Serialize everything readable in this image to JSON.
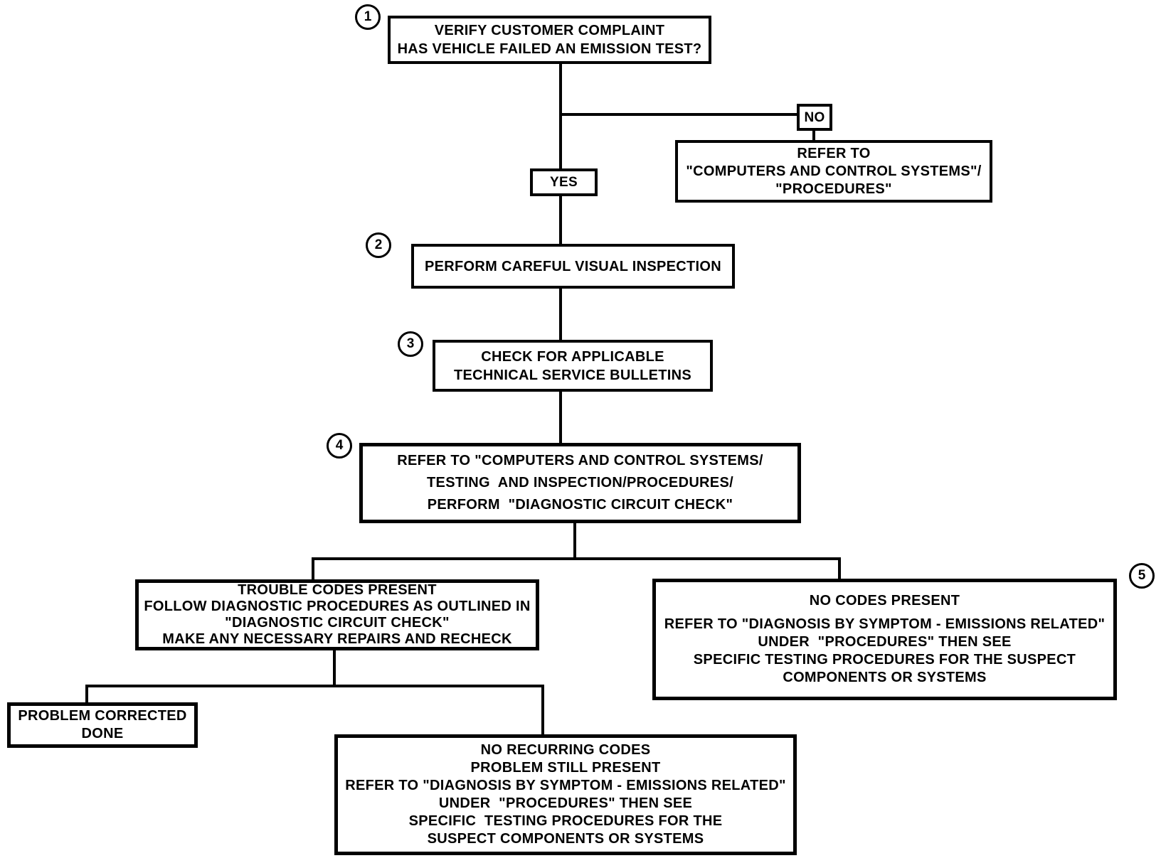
{
  "diagram": {
    "description": "Emission test diagnostic flowchart",
    "colors": {
      "line": "#000000",
      "background": "#ffffff"
    },
    "nodes": {
      "step1": {
        "number": "1",
        "lines": [
          "VERIFY CUSTOMER COMPLAINT",
          "HAS VEHICLE FAILED AN EMISSION TEST?"
        ]
      },
      "no_label": "NO",
      "yes_label": "YES",
      "refer_no_branch": {
        "lines": [
          "REFER TO",
          "\"COMPUTERS AND CONTROL SYSTEMS\"/",
          "\"PROCEDURES\""
        ]
      },
      "step2": {
        "number": "2",
        "lines": [
          "PERFORM CAREFUL VISUAL INSPECTION"
        ]
      },
      "step3": {
        "number": "3",
        "lines": [
          "CHECK FOR APPLICABLE",
          "TECHNICAL SERVICE BULLETINS"
        ]
      },
      "step4": {
        "number": "4",
        "lines": [
          "REFER TO \"COMPUTERS AND CONTROL SYSTEMS/",
          "TESTING  AND INSPECTION/PROCEDURES/",
          "PERFORM  \"DIAGNOSTIC CIRCUIT CHECK\""
        ]
      },
      "trouble_codes": {
        "lines": [
          "TROUBLE CODES PRESENT",
          "FOLLOW DIAGNOSTIC PROCEDURES AS OUTLINED IN",
          "\"DIAGNOSTIC CIRCUIT CHECK\"",
          "MAKE ANY NECESSARY REPAIRS AND RECHECK"
        ]
      },
      "no_codes": {
        "number": "5",
        "lines": [
          "NO CODES PRESENT",
          "REFER TO \"DIAGNOSIS BY SYMPTOM - EMISSIONS RELATED\"",
          "UNDER  \"PROCEDURES\" THEN SEE",
          "SPECIFIC TESTING PROCEDURES FOR THE SUSPECT",
          "COMPONENTS OR SYSTEMS"
        ]
      },
      "problem_corrected": {
        "lines": [
          "PROBLEM CORRECTED",
          "DONE"
        ]
      },
      "no_recurring": {
        "lines": [
          "NO RECURRING CODES",
          "PROBLEM STILL PRESENT",
          "REFER TO \"DIAGNOSIS BY SYMPTOM - EMISSIONS RELATED\"",
          "UNDER  \"PROCEDURES\" THEN SEE",
          "SPECIFIC  TESTING PROCEDURES FOR THE",
          "SUSPECT COMPONENTS OR SYSTEMS"
        ]
      }
    }
  }
}
